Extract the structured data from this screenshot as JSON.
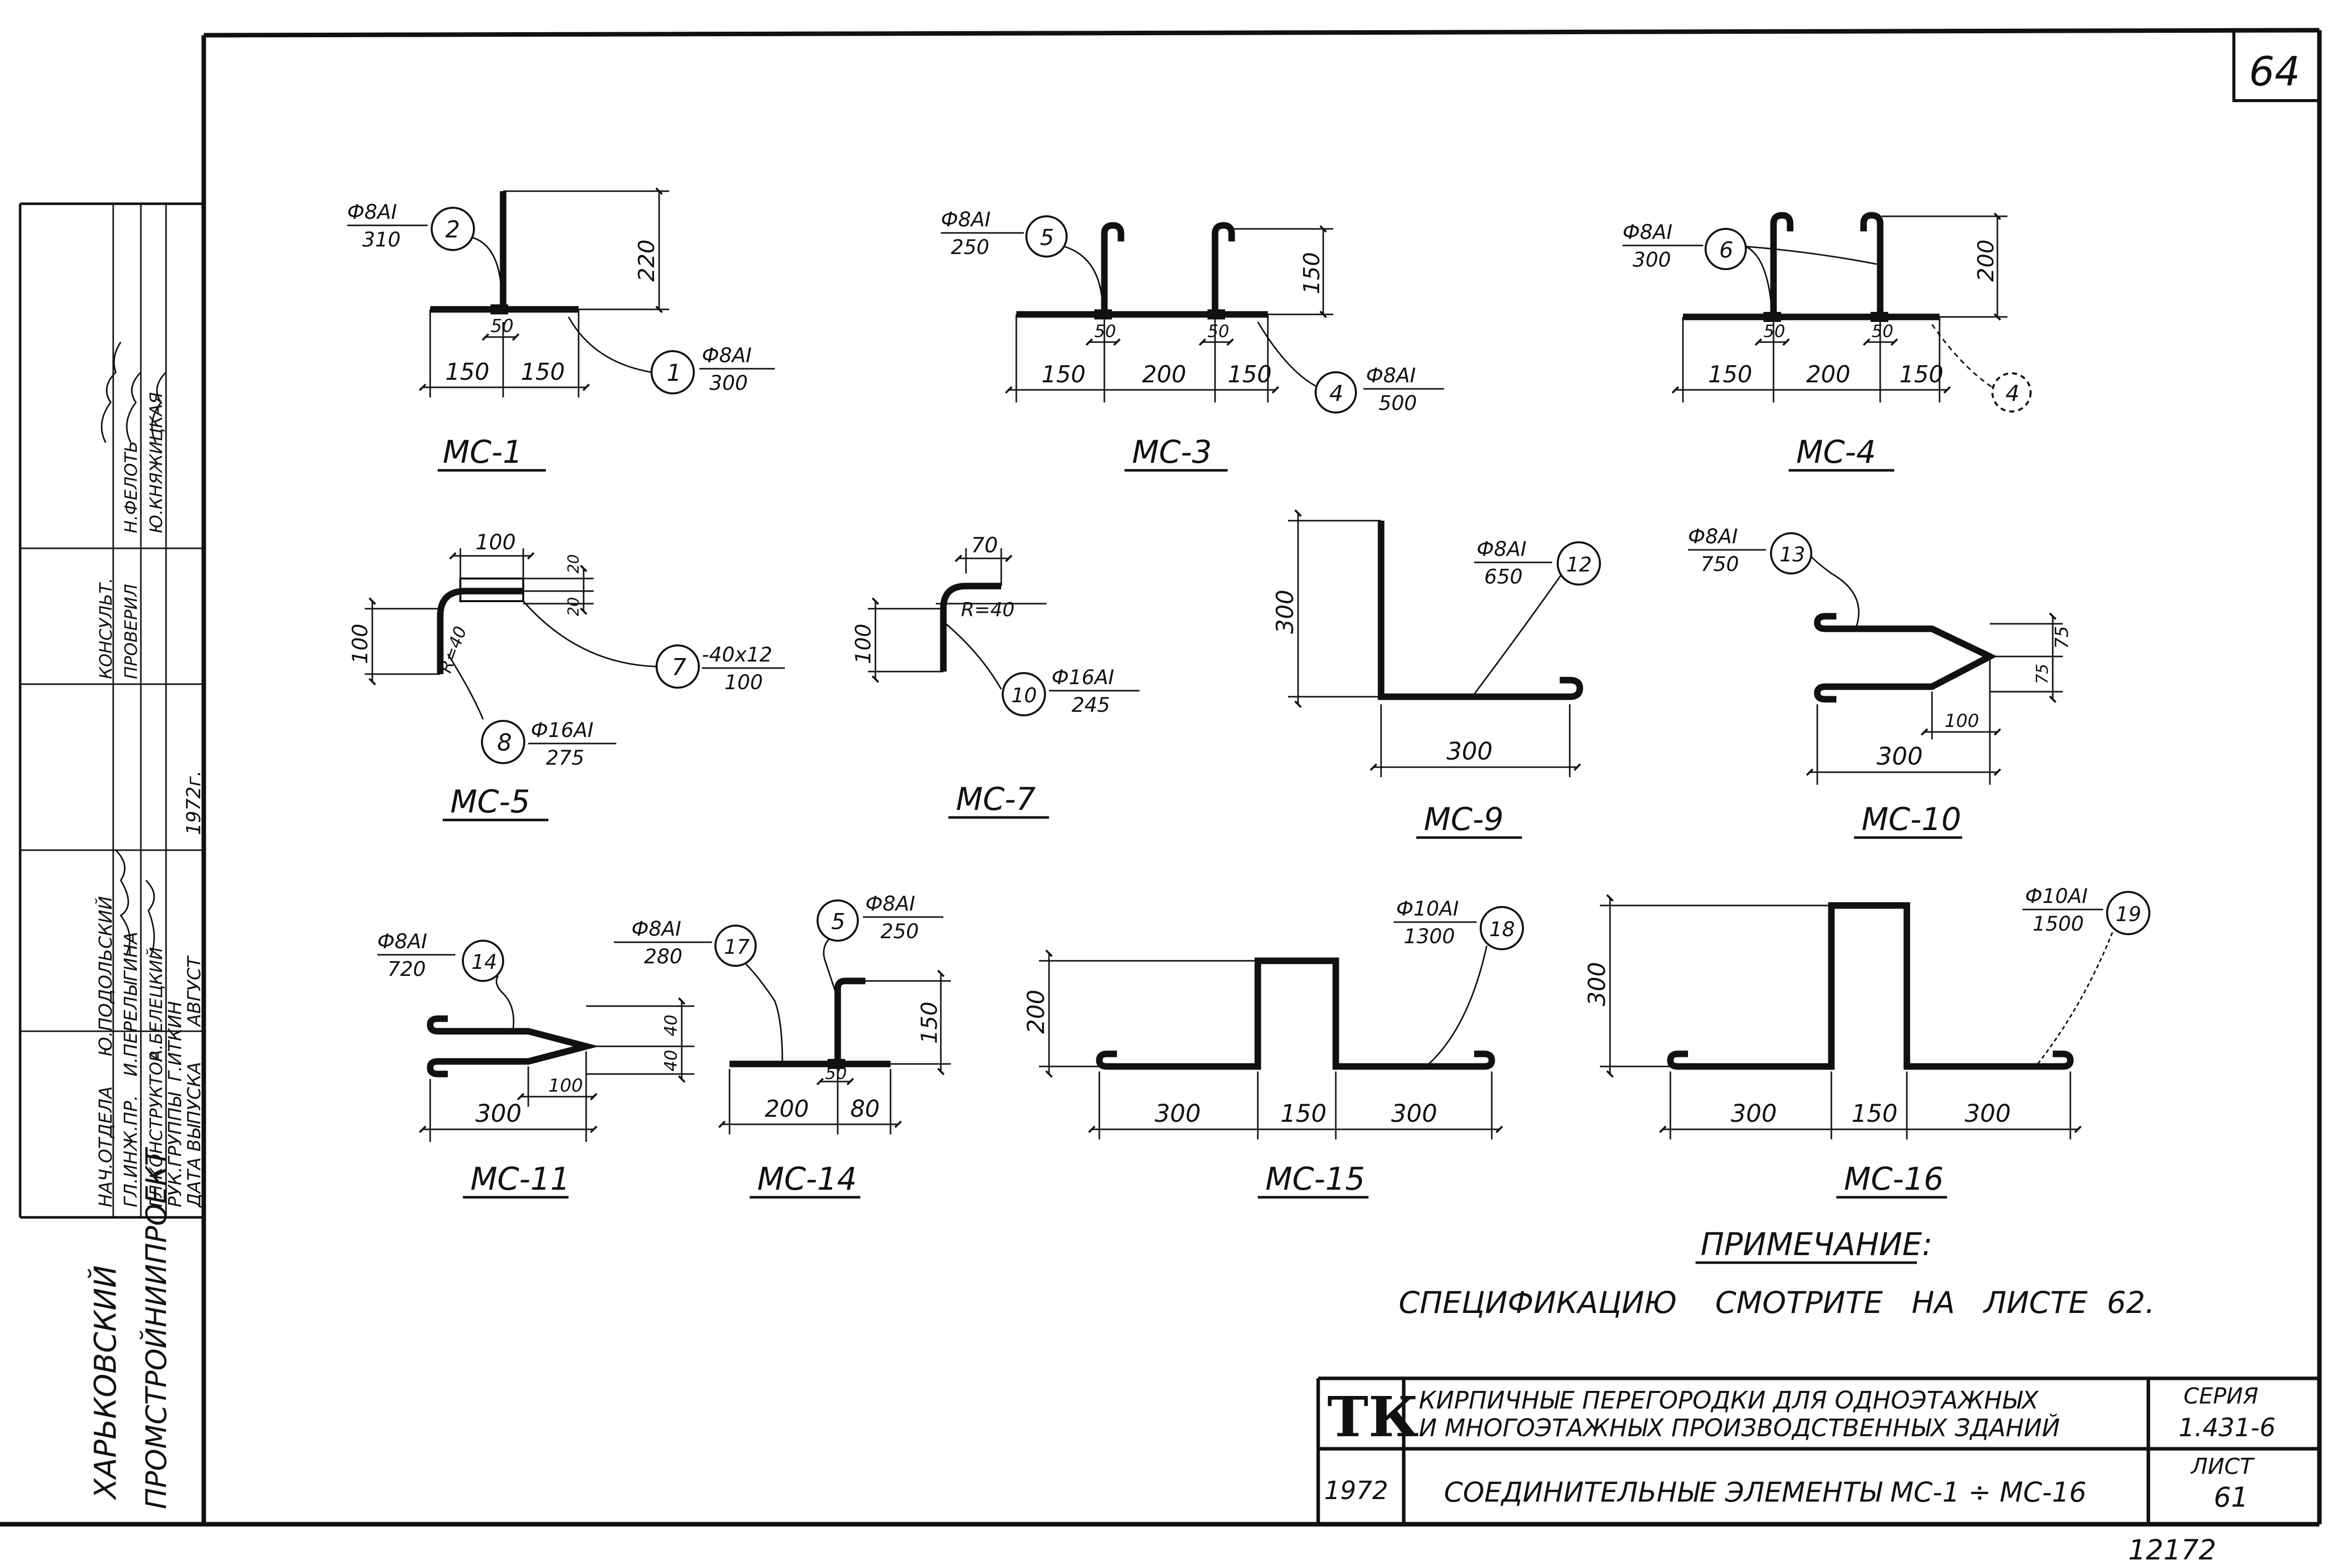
{
  "sheet": {
    "page_number": "64",
    "bottom_number": "12172"
  },
  "left_stamp": {
    "org_line1": "ХАРЬКОВСКИЙ",
    "org_line2": "ПРОМСТРОЙНИИПРОЕКТ",
    "rows": [
      {
        "role": "НАЧ.ОТДЕЛА",
        "name": "Ю.ПОДОЛЬСКИЙ"
      },
      {
        "role": "ГЛ.ИНЖ.ПР.",
        "name": "И.ПЕРЕЛЫГИНА"
      },
      {
        "role": "ГЛ.КОНСТРУКТОР",
        "name": "А.БЕЛЕЦКИЙ"
      },
      {
        "role": "РУК.ГРУППЫ",
        "name": "Г.ИТКИН"
      },
      {
        "role": "ДАТА ВЫПУСКА",
        "name": "АВГУСТ"
      },
      {
        "role": "",
        "name": "1972г."
      },
      {
        "role": "КОНСУЛЬТ.",
        "name": "Н.ФЕЛОТЬ"
      },
      {
        "role": "ПРОВЕРИЛ",
        "name": "Ю.КНЯЖИЦКАЯ"
      }
    ]
  },
  "details": [
    {
      "id": "mc1",
      "title": "МС-1",
      "dims": [
        "150",
        "150",
        "50",
        "220"
      ],
      "bars": [
        {
          "pos": "2",
          "spec": "Ф8АI",
          "len": "310"
        },
        {
          "pos": "1",
          "spec": "Ф8АI",
          "len": "300"
        }
      ]
    },
    {
      "id": "mc3",
      "title": "МС-3",
      "dims": [
        "150",
        "200",
        "150",
        "50",
        "50",
        "150"
      ],
      "bars": [
        {
          "pos": "5",
          "spec": "Ф8АI",
          "len": "250"
        },
        {
          "pos": "4",
          "spec": "Ф8АI",
          "len": "500"
        }
      ]
    },
    {
      "id": "mc4",
      "title": "МС-4",
      "dims": [
        "150",
        "200",
        "150",
        "50",
        "50",
        "200"
      ],
      "bars": [
        {
          "pos": "6",
          "spec": "Ф8АI",
          "len": "300"
        },
        {
          "pos": "4"
        }
      ]
    },
    {
      "id": "mc5",
      "title": "МС-5",
      "dims": [
        "100",
        "100",
        "20",
        "20",
        "R=40"
      ],
      "bars": [
        {
          "pos": "7",
          "spec": "-40x12",
          "len": "100"
        },
        {
          "pos": "8",
          "spec": "Ф16АI",
          "len": "275"
        }
      ]
    },
    {
      "id": "mc7",
      "title": "МС-7",
      "dims": [
        "70",
        "100",
        "R=40"
      ],
      "bars": [
        {
          "pos": "10",
          "spec": "Ф16АI",
          "len": "245"
        }
      ]
    },
    {
      "id": "mc9",
      "title": "МС-9",
      "dims": [
        "300",
        "300"
      ],
      "bars": [
        {
          "pos": "12",
          "spec": "Ф8АI",
          "len": "650"
        }
      ]
    },
    {
      "id": "mc10",
      "title": "МС-10",
      "dims": [
        "75",
        "75",
        "100",
        "300"
      ],
      "bars": [
        {
          "pos": "13",
          "spec": "Ф8АI",
          "len": "750"
        }
      ]
    },
    {
      "id": "mc11",
      "title": "МС-11",
      "dims": [
        "40",
        "40",
        "100",
        "300"
      ],
      "bars": [
        {
          "pos": "14",
          "spec": "Ф8АI",
          "len": "720"
        }
      ]
    },
    {
      "id": "mc14",
      "title": "МС-14",
      "dims": [
        "200",
        "80",
        "50",
        "150"
      ],
      "bars": [
        {
          "pos": "17",
          "spec": "Ф8АI",
          "len": "280"
        },
        {
          "pos": "5",
          "spec": "Ф8АI",
          "len": "250"
        }
      ]
    },
    {
      "id": "mc15",
      "title": "МС-15",
      "dims": [
        "300",
        "150",
        "300",
        "200"
      ],
      "bars": [
        {
          "pos": "18",
          "spec": "Ф10АI",
          "len": "1300"
        }
      ]
    },
    {
      "id": "mc16",
      "title": "МС-16",
      "dims": [
        "300",
        "150",
        "300",
        "300"
      ],
      "bars": [
        {
          "pos": "19",
          "spec": "Ф10АI",
          "len": "1500"
        }
      ]
    }
  ],
  "note": {
    "heading": "ПРИМЕЧАНИЕ:",
    "text": "СПЕЦИФИКАЦИЮ    СМОТРИТЕ   НА   ЛИСТЕ  62."
  },
  "title_block": {
    "logo": "ТК",
    "year": "1972",
    "title_line1": "КИРПИЧНЫЕ  ПЕРЕГОРОДКИ  ДЛЯ  ОДНОЭТАЖНЫХ",
    "title_line2": "И  МНОГОЭТАЖНЫХ  ПРОИЗВОДСТВЕННЫХ  ЗДАНИЙ",
    "subtitle": "СОЕДИНИТЕЛЬНЫЕ  ЭЛЕМЕНТЫ   МС-1 ÷ МС-16",
    "series_label": "СЕРИЯ",
    "series_value": "1.431-6",
    "sheet_label": "ЛИСТ",
    "sheet_value": "61"
  }
}
